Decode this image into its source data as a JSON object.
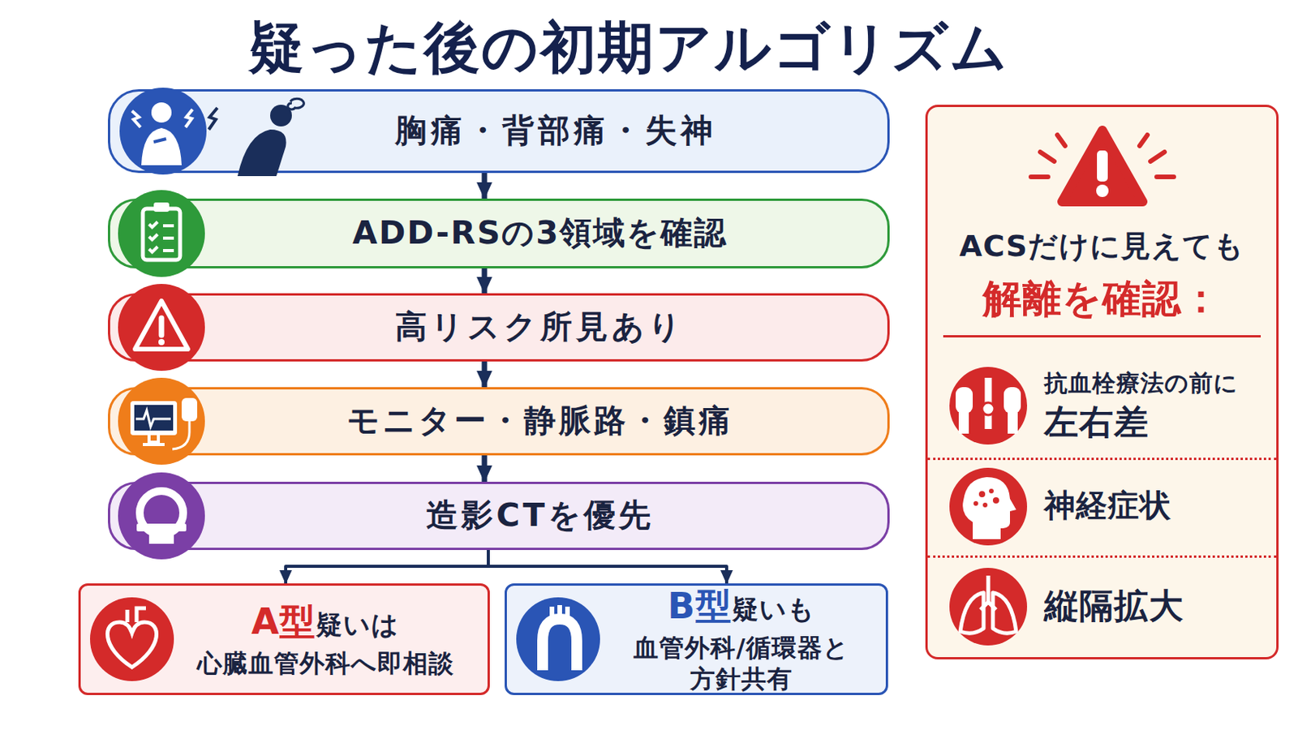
{
  "diagram": {
    "title": "疑った後の初期アルゴリズム",
    "nodes": [
      {
        "text": [
          "胸痛・背部痛・失神"
        ]
      },
      {
        "text": [
          "ADD-RSの3領域を確認"
        ]
      },
      {
        "text": [
          "高リスク所見あり"
        ]
      },
      {
        "text": [
          "モニター・静脈路・鎮痛"
        ]
      },
      {
        "text": [
          "造影CTを優先"
        ]
      },
      {
        "text": [
          "A型",
          "疑いは",
          "心臓血管外科へ即相談"
        ]
      },
      {
        "text": [
          "B型",
          "疑いも",
          "血管外科/循環器と 方針共有"
        ]
      },
      {
        "text": [
          "ACSだけに見えても",
          "解離を確認："
        ]
      },
      {
        "text": [
          "抗血栓療法の前に",
          "左右差"
        ],
        "in": 7
      },
      {
        "text": [
          "神経症状"
        ],
        "in": 7
      },
      {
        "text": [
          "縦隔拡大"
        ],
        "in": 7
      }
    ],
    "edges": [
      {
        "from": 0,
        "to": 1,
        "arrow": "to"
      },
      {
        "from": 1,
        "to": 2,
        "arrow": "to"
      },
      {
        "from": 2,
        "to": 3,
        "arrow": "to"
      },
      {
        "from": 3,
        "to": 4,
        "arrow": "to"
      },
      {
        "from": 4,
        "to": 5,
        "arrow": "to"
      },
      {
        "from": 4,
        "to": 6,
        "arrow": "to"
      }
    ]
  }
}
